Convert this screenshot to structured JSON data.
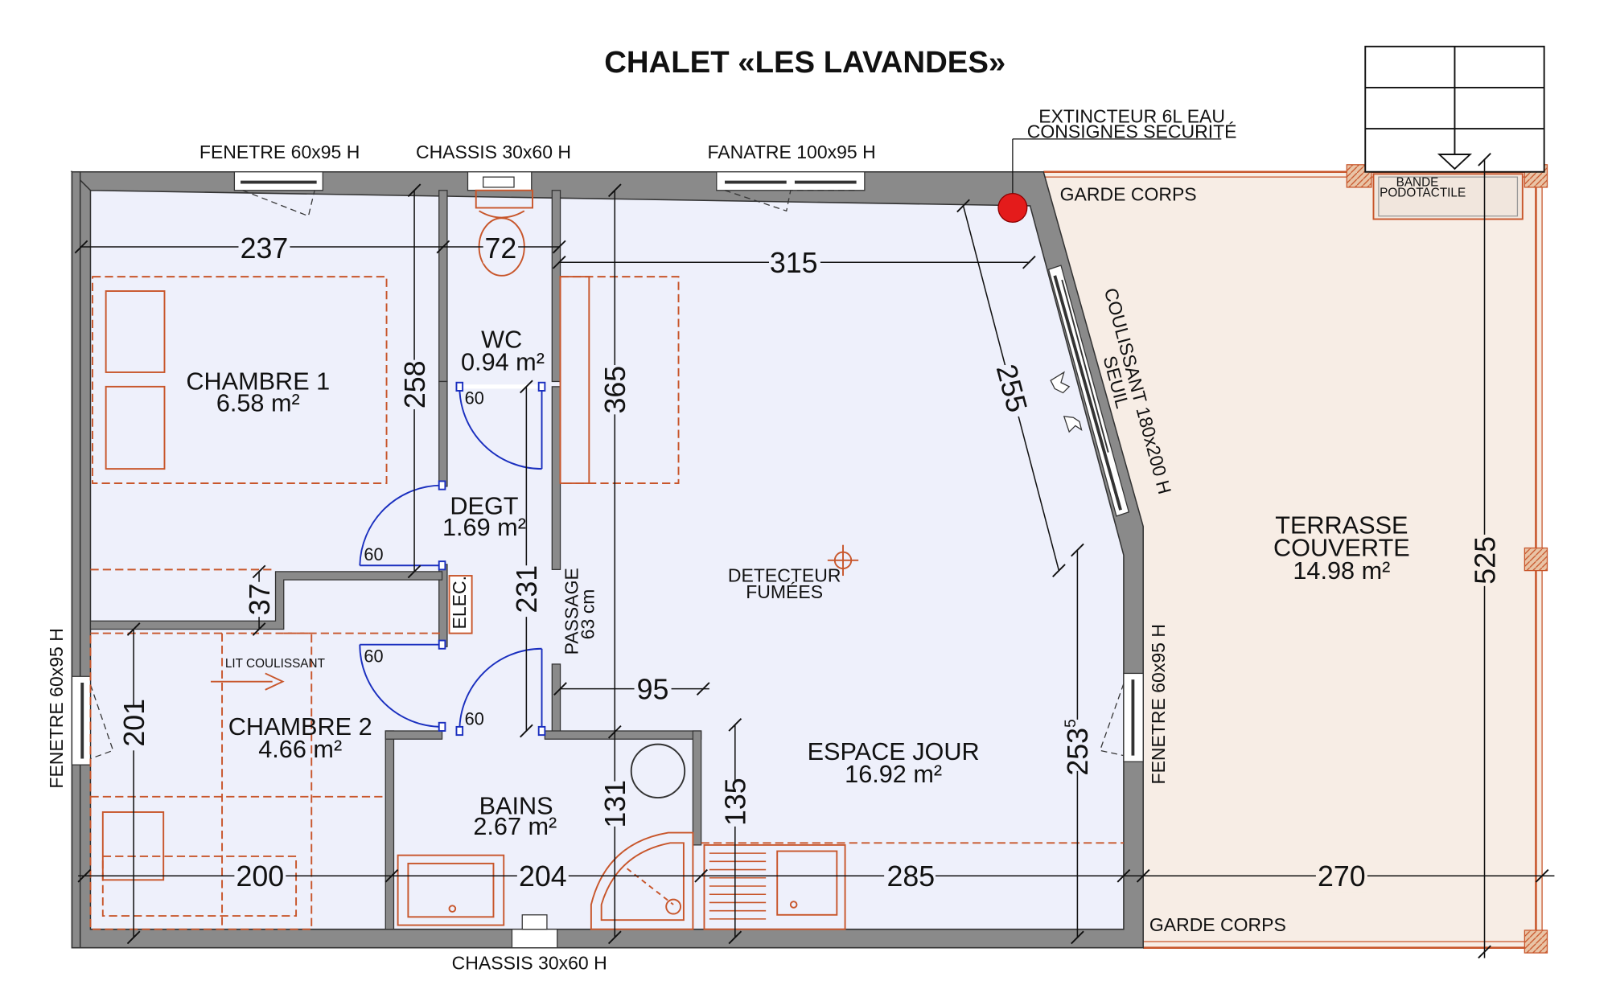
{
  "title": "CHALET «LES LAVANDES»",
  "rooms": {
    "chambre1": {
      "name": "CHAMBRE 1",
      "area": "6.58 m²"
    },
    "chambre2": {
      "name": "CHAMBRE 2",
      "area": "4.66 m²"
    },
    "wc": {
      "name": "WC",
      "area": "0.94 m²"
    },
    "degt": {
      "name": "DEGT",
      "area": "1.69 m²"
    },
    "bains": {
      "name": "BAINS",
      "area": "2.67 m²"
    },
    "espace_jour": {
      "name": "ESPACE JOUR",
      "area": "16.92 m²"
    },
    "terrasse": {
      "name1": "TERRASSE",
      "name2": "COUVERTE",
      "area": "14.98 m²"
    }
  },
  "labels": {
    "fenetre_top": "FENETRE 60x95 H",
    "chassis_top": "CHASSIS 30x60 H",
    "fanatre_top": "FANATRE 100x95 H",
    "extincteur1": "EXTINCTEUR 6L EAU",
    "extincteur2": "CONSIGNES SECURITÉ",
    "garde_corps_top": "GARDE CORPS",
    "garde_corps_bottom": "GARDE CORPS",
    "bande1": "BANDE",
    "bande2": "PODOTACTILE",
    "coulissant1": "COULISSANT 180x200 H",
    "coulissant2": "SEUIL",
    "fenetre_left": "FENETRE 60x95 H",
    "fenetre_right": "FENETRE 60x95 H",
    "chassis_bottom": "CHASSIS 30x60 H",
    "detecteur1": "DETECTEUR",
    "detecteur2": "FUMÉES",
    "passage1": "PASSAGE",
    "passage2": "63 cm",
    "elec": "ELEC.",
    "lit_coulissant": "LIT COULISSANT"
  },
  "dimensions": {
    "d237": "237",
    "d72": "72",
    "d315": "315",
    "d258": "258",
    "d365": "365",
    "d255": "255",
    "d37": "37",
    "d231": "231",
    "d95": "95",
    "d201": "201",
    "d131": "131",
    "d135": "135",
    "d253": "253",
    "d253_sup": "5",
    "d525": "525",
    "d200": "200",
    "d204": "204",
    "d285": "285",
    "d270": "270"
  },
  "doors": {
    "w1": "60",
    "w2": "60",
    "w3": "60",
    "w4": "60"
  },
  "colors": {
    "floor": "#eef0fb",
    "terrace": "#f7ede5",
    "wall": "#8a8a8a",
    "furniture": "#c8562b",
    "door": "#1a2fbf",
    "extinguisher": "#e41b1b"
  }
}
